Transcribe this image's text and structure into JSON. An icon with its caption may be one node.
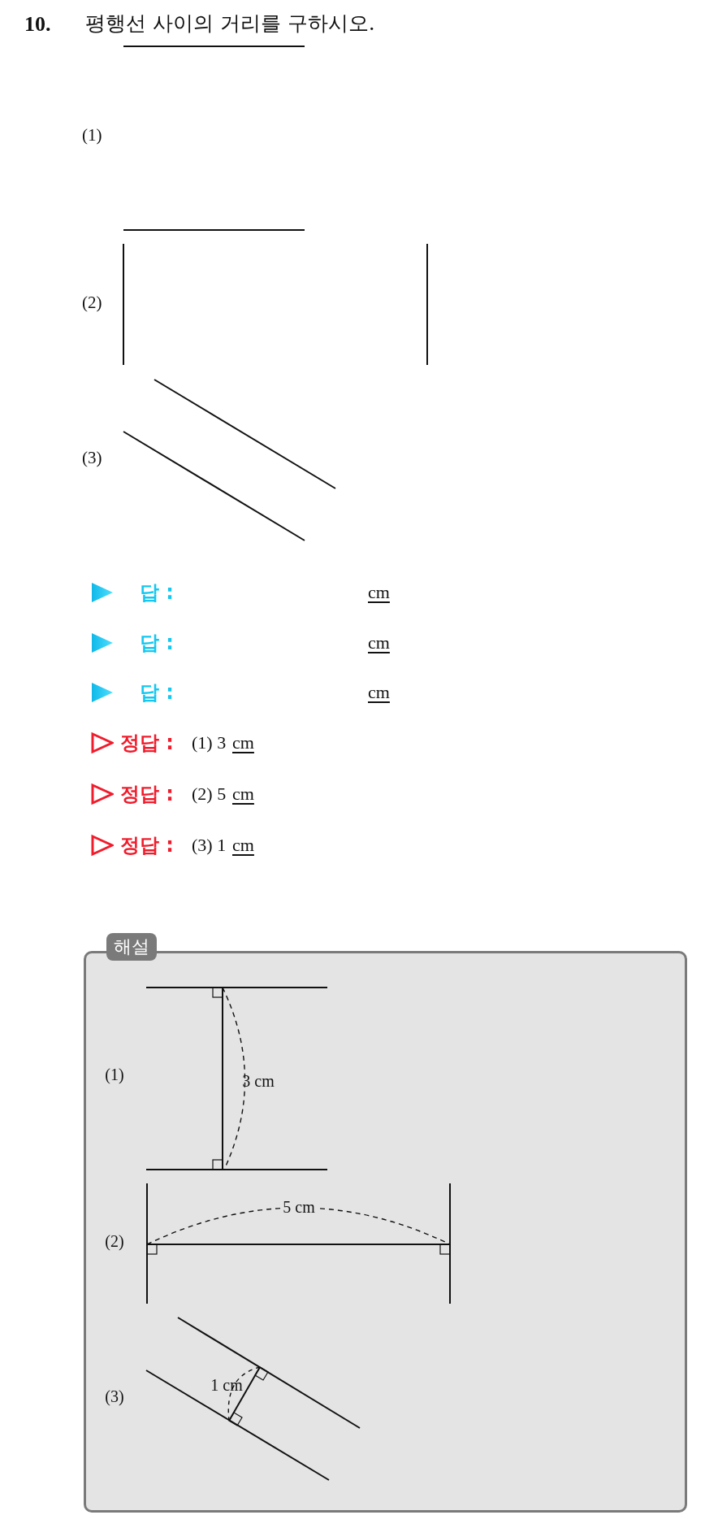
{
  "diagram": {
    "title": "평행선 사이의 거리를 구하시오.",
    "nodes": [
      {
        "text": [
          "해설",
          "(1)",
          "3 cm",
          "(2)",
          "5 cm",
          "(3)",
          "1 cm"
        ]
      }
    ],
    "labels": [
      "10.",
      "(1)",
      "(2)",
      "(3)",
      "답 :",
      "cm",
      "답 :",
      "cm",
      "답 :",
      "cm",
      "정답 :",
      "(1) 3",
      "cm",
      "정답 :",
      "(2) 5",
      "cm",
      "정답 :",
      "(3) 1",
      "cm"
    ]
  }
}
